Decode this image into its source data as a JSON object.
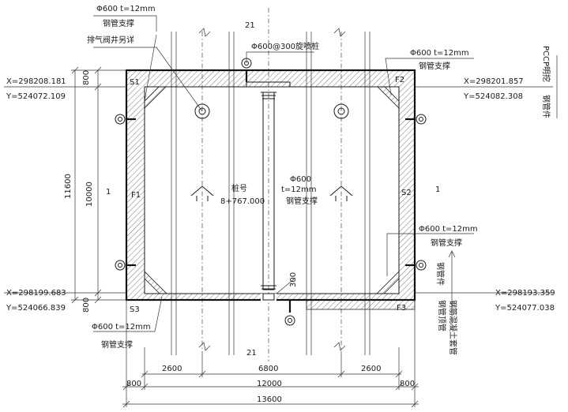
{
  "labels": {
    "top_brace": {
      "spec": "Φ600  t=12mm",
      "name": "钢管支撑"
    },
    "vent_valve": "排气阀井另详",
    "jet_pile": "Φ600@300旋喷桩",
    "top_ref": "21",
    "bottom_ref": "21",
    "pccp_pipe": "PCCP明挖",
    "steel_pipe_right": "钢管件",
    "tr_brace": {
      "spec": "Φ600  t=12mm",
      "name": "钢管支撑"
    },
    "center_brace": {
      "spec_top": "Φ600",
      "spec_bottom": "t=12mm",
      "name": "钢管支撑"
    },
    "pile_no": {
      "label": "桩号",
      "value": "8+767.000"
    },
    "br_brace": {
      "spec": "Φ600  t=12mm",
      "name": "钢管支撑"
    },
    "steel_pipe_mid": "钢管件",
    "br_note_1": "钢管顶管",
    "br_note_2": "钢筋混凝土套管",
    "bl_brace": {
      "spec": "Φ600  t=12mm",
      "name": "钢管支撑"
    },
    "dim_300": "300",
    "section_left": "1",
    "section_right": "1"
  },
  "corners": {
    "s1": "S1",
    "s2": "S2",
    "s3": "S3",
    "f1": "F1",
    "f2": "F2",
    "f3": "F3"
  },
  "coords": {
    "tl_x": "X=298208.181",
    "tl_y": "Y=524072.109",
    "tr_x": "X=298201.857",
    "tr_y": "Y=524082.308",
    "bl_x": "X=298199.683",
    "bl_y": "Y=524066.839",
    "br_x": "X=298193.359",
    "br_y": "Y=524077.038"
  },
  "dims_left": {
    "total": "11600",
    "inner": "10000",
    "top": "800",
    "bottom": "800"
  },
  "dims_bottom": {
    "row1": [
      "2600",
      "6800",
      "2600"
    ],
    "row2": [
      "800",
      "12000",
      "800"
    ],
    "row3": "13600"
  }
}
